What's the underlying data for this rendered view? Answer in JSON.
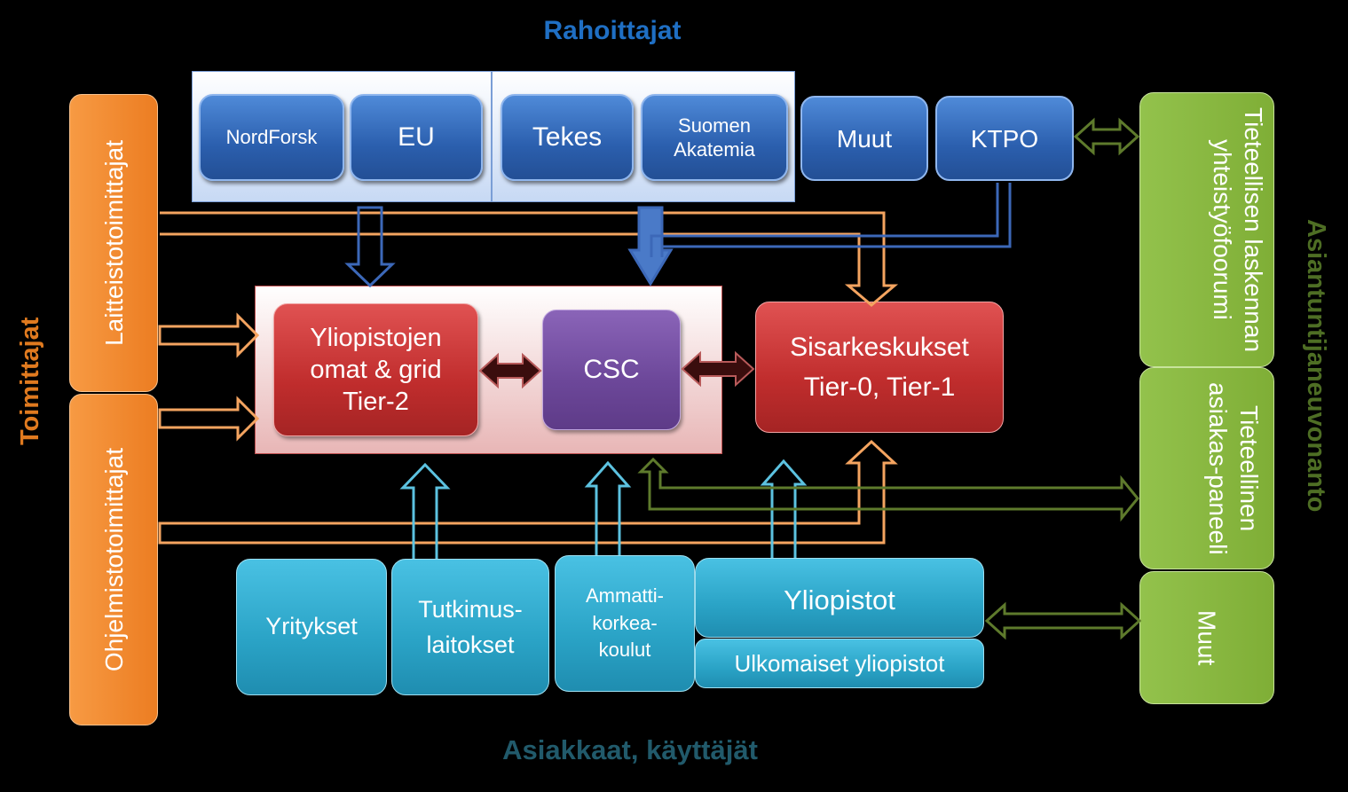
{
  "titles": {
    "funders": "Rahoittajat",
    "customers": "Asiakkaat, käyttäjät",
    "suppliers": "Toimittajat",
    "advisory": "Asiantuntijaneuvonanto"
  },
  "funders": {
    "nordforsk": "NordForsk",
    "eu": "EU",
    "tekes": "Tekes",
    "suomen_akatemia": "Suomen Akatemia",
    "muut": "Muut",
    "ktpo": "KTPO"
  },
  "suppliers": {
    "hardware": "Laitteistotoimittajat",
    "software": "Ohjelmistotoimittajat"
  },
  "centers": {
    "tier2": "Yliopistojen omat & grid Tier-2",
    "csc": "CSC",
    "sister": "Sisarkeskukset Tier-0, Tier-1"
  },
  "customers": {
    "yritykset": "Yritykset",
    "tutkimuslaitokset": "Tutkimus-laitokset",
    "amk": "Ammatti-korkea-koulut",
    "yliopistot": "Yliopistot",
    "ulkomaiset": "Ulkomaiset yliopistot"
  },
  "advisory": {
    "forum": "Tieteellisen laskennan yhteistyöfoorumi",
    "panel": "Tieteellinen asiakas-paneeli",
    "muut": "Muut"
  },
  "colors": {
    "funder_title": "#1f6fc4",
    "customer_title": "#215a6b",
    "supplier_title": "#e07a1f",
    "advisory_title": "#4e6e24",
    "orange_arrow": "#f4a460",
    "blue_arrow": "#3c68b8",
    "cyan_arrow": "#5cc2e0",
    "green_arrow": "#5e7a2c",
    "red_arrow": "#7a2a2a"
  }
}
